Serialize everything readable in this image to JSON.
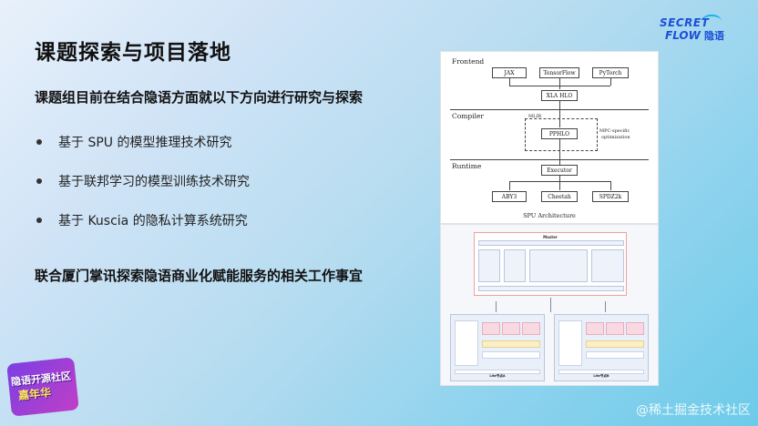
{
  "slide": {
    "title": "课题探索与项目落地",
    "subtitle": "课题组目前在结合隐语方面就以下方向进行研究与探索",
    "bullets": [
      "基于 SPU 的模型推理技术研究",
      "基于联邦学习的模型训练技术研究",
      "基于 Kuscia 的隐私计算系统研究"
    ],
    "footer_note": "联合厦门掌讯探索隐语商业化赋能服务的相关工作事宜"
  },
  "logo": {
    "line1": "SECRET",
    "line2": "FLOW",
    "line2_cn": "隐语"
  },
  "badge": {
    "line1": "隐语开源社区",
    "line2": "嘉年华",
    "line3": ""
  },
  "watermark": "@稀土掘金技术社区",
  "architecture": {
    "sections": [
      "Frontend",
      "Compiler",
      "Runtime"
    ],
    "frontend_boxes": [
      "JAX",
      "TensorFlow",
      "PyTorch"
    ],
    "xla": "XLA HLO",
    "mlir": "MLIR",
    "pphlo": "PPHLO",
    "mpc_note_1": "MPC-specific",
    "mpc_note_2": "optimization",
    "executor": "Executor",
    "runtime_boxes": [
      "ABY3",
      "Cheetah",
      "SPDZ2k"
    ],
    "caption": "SPU Architecture"
  },
  "kuscia": {
    "master": "Master",
    "lite_left": "Lite节点A",
    "lite_right": "Lite节点B"
  },
  "colors": {
    "title": "#111111",
    "logo": "#1d4fd8",
    "accent": "#17b3e6"
  }
}
